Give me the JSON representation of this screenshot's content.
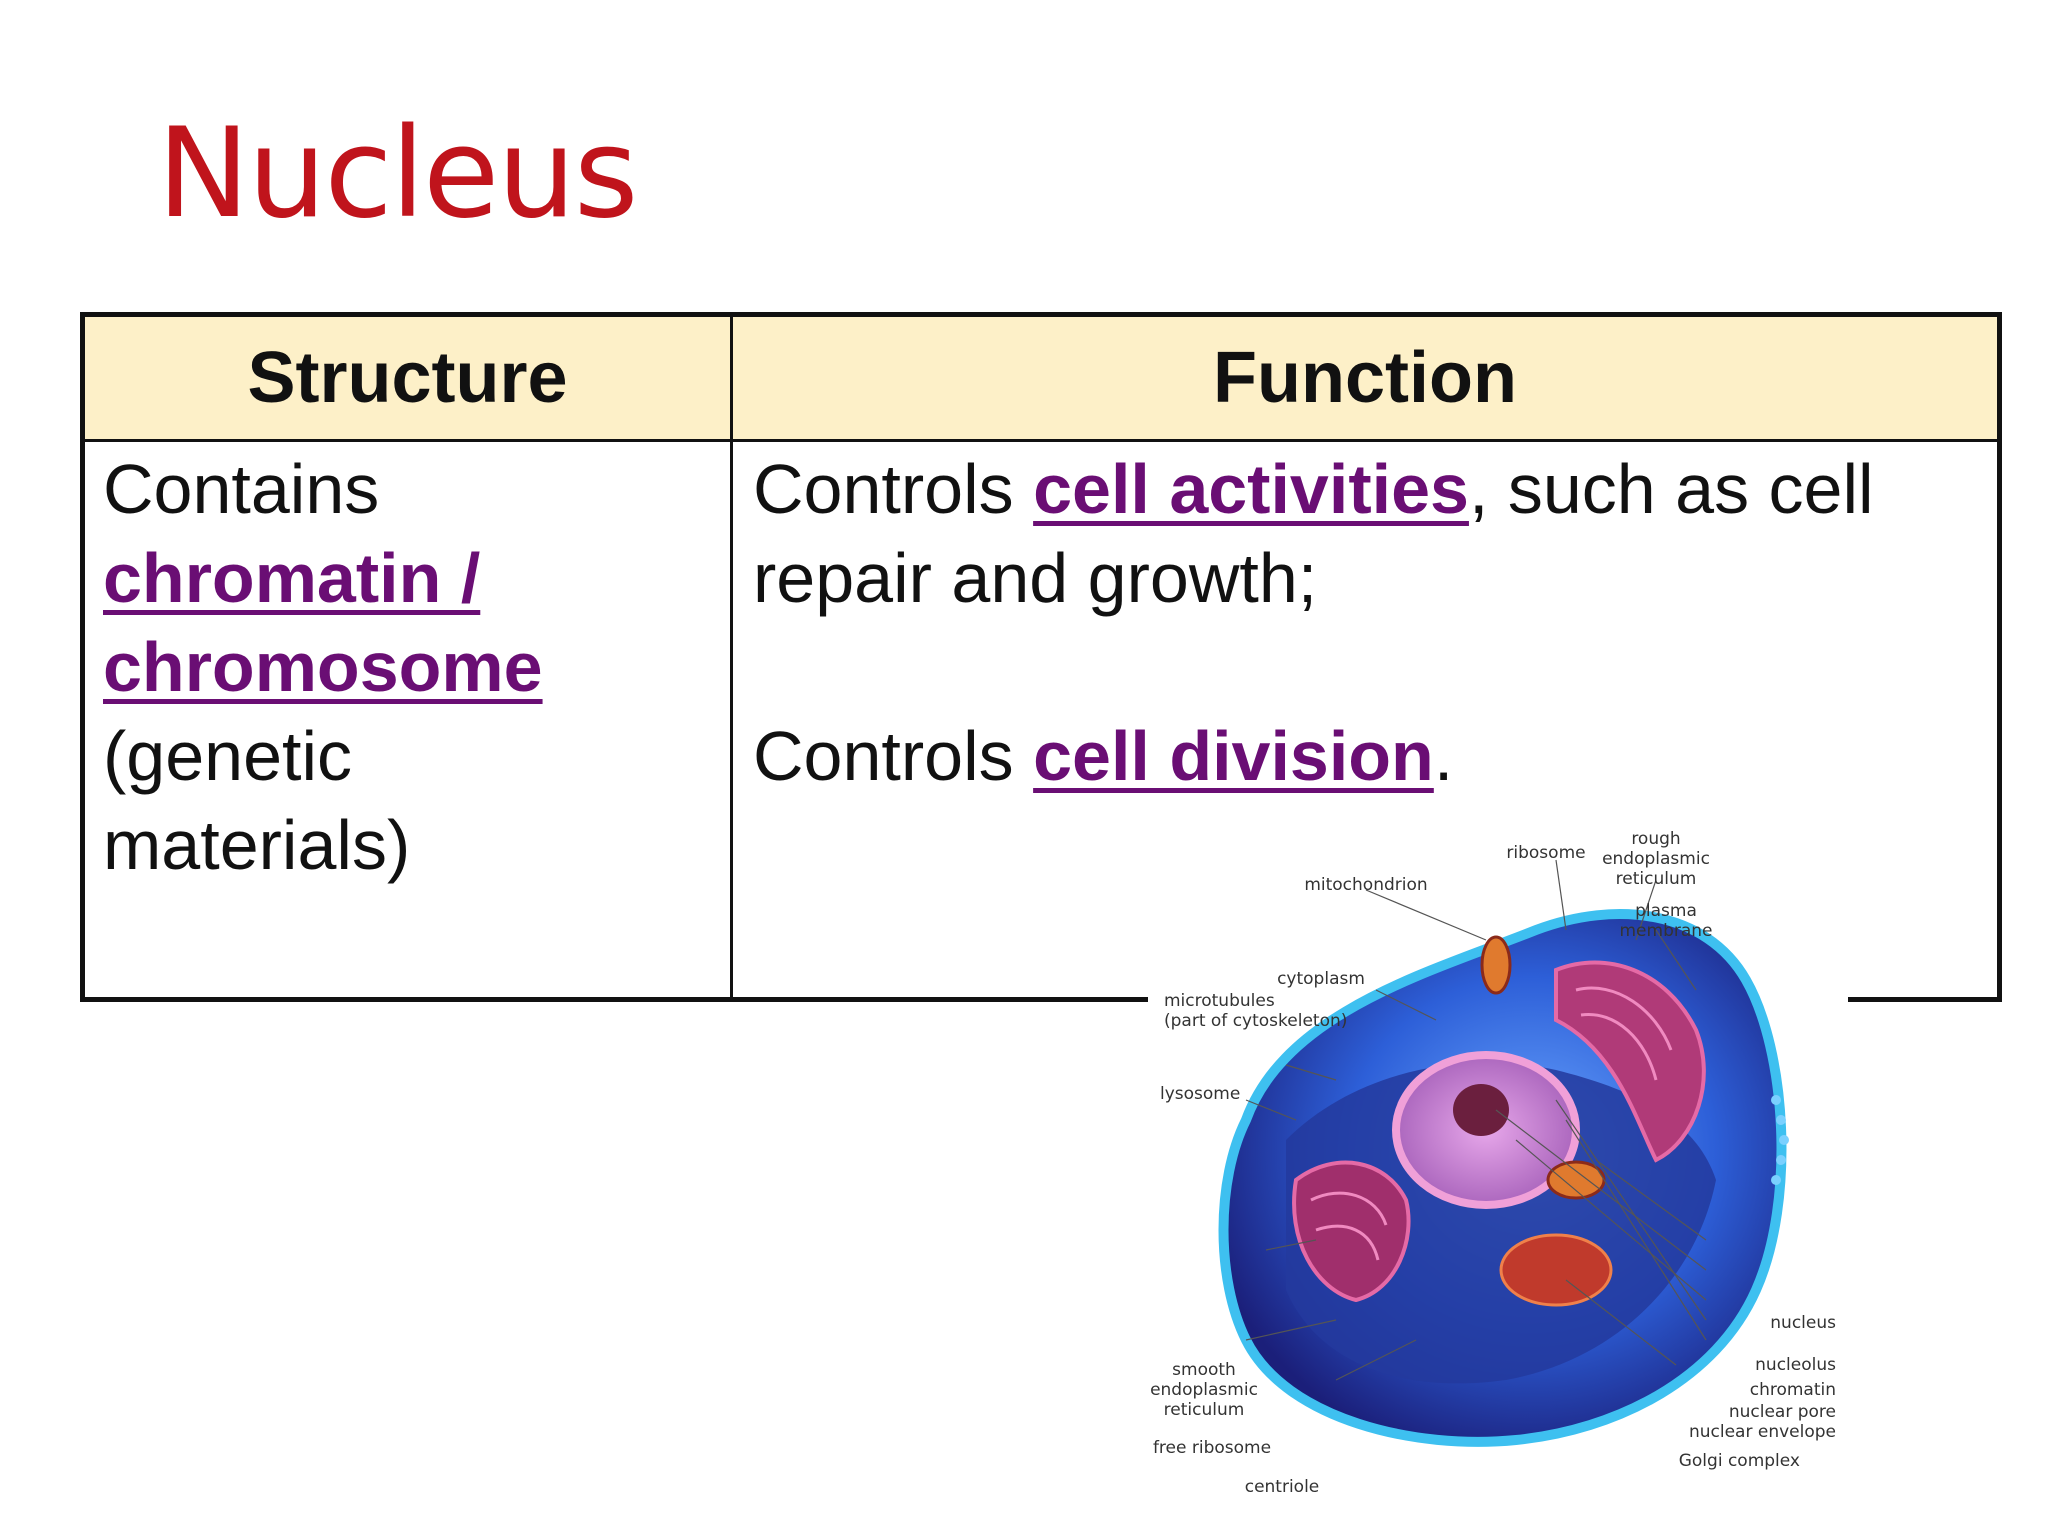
{
  "slide": {
    "title": "Nucleus"
  },
  "table": {
    "headers": {
      "structure": "Structure",
      "function": "Function"
    },
    "structure": {
      "line1": "Contains",
      "term1": "chromatin /",
      "term2": "chromosome",
      "line4": "(genetic",
      "line5": "materials)"
    },
    "function": {
      "p1_prefix": "Controls ",
      "p1_term": "cell activities",
      "p1_suffix": ", such as cell",
      "p1_line2": "repair and growth;",
      "p2_prefix": "Controls ",
      "p2_term": "cell division",
      "p2_suffix": "."
    }
  },
  "figure": {
    "labels": {
      "ribosome": "ribosome",
      "rough_er_1": "rough",
      "rough_er_2": "endoplasmic",
      "rough_er_3": "reticulum",
      "mitochondrion": "mitochondrion",
      "plasma_1": "plasma",
      "plasma_2": "membrane",
      "cytoplasm": "cytoplasm",
      "microtubules_1": "microtubules",
      "microtubules_2": "(part of cytoskeleton)",
      "lysosome": "lysosome",
      "nucleus": "nucleus",
      "nucleolus": "nucleolus",
      "chromatin": "chromatin",
      "nuclear_pore": "nuclear pore",
      "nuclear_envelope": "nuclear envelope",
      "golgi": "Golgi complex",
      "smooth_er_1": "smooth",
      "smooth_er_2": "endoplasmic",
      "smooth_er_3": "reticulum",
      "free_ribosome": "free ribosome",
      "centriole": "centriole"
    }
  }
}
